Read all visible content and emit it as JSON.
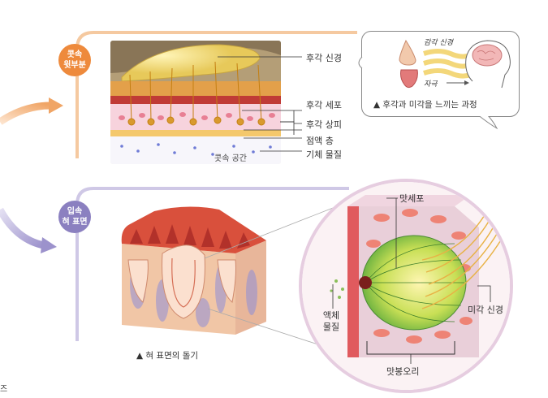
{
  "section1": {
    "badge": [
      "콧속",
      "윗부분"
    ],
    "labels": {
      "olfactory_nerve": "후각 신경",
      "olfactory_cell": "후각 세포",
      "olfactory_epithelium": "후각 상피",
      "mucus_layer": "점액 층",
      "gas_substance": "기체 물질",
      "nasal_cavity": "콧속 공간"
    }
  },
  "bubble": {
    "sensory_nerve": "감각 신경",
    "stimulus": "자극",
    "caption": "▲ 후각과 미각을 느끼는 과정"
  },
  "section2": {
    "badge": [
      "입속",
      "혀 표면"
    ],
    "tongue_caption": "▲ 혀 표면의 돌기",
    "labels": {
      "taste_cell": "맛세포",
      "liquid_substance": [
        "액체",
        "물질"
      ],
      "taste_nerve": "미각 신경",
      "taste_bud": "맛봉오리"
    }
  },
  "edge_char": "즈",
  "colors": {
    "orange_badge": "#ee8a3c",
    "purple_badge": "#8b80c0",
    "orange_line": "#f5c9a0",
    "purple_line": "#cfc8e6",
    "magnifier_ring": "#e6cde0"
  }
}
